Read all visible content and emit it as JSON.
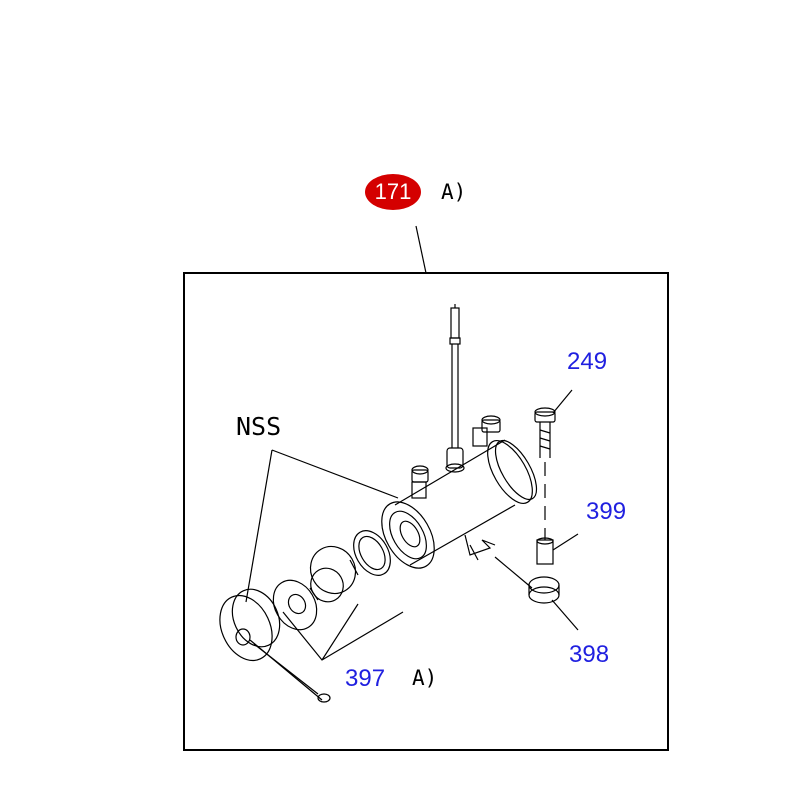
{
  "callout": {
    "number": "171",
    "suffix": "A)",
    "badge_color": "#d40000"
  },
  "labels": {
    "nss": "NSS",
    "part_249": "249",
    "part_399": "399",
    "part_398": "398",
    "part_397": "397",
    "part_397_suffix": "A)"
  },
  "colors": {
    "part_number": "#2020e0",
    "line": "#000000"
  }
}
